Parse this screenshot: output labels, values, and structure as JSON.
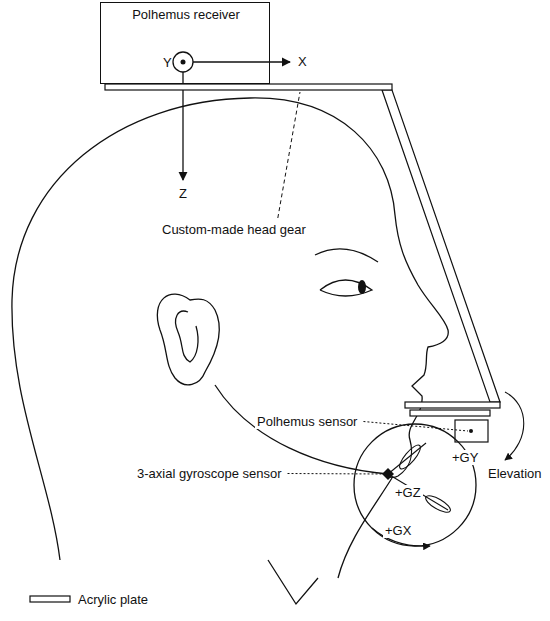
{
  "diagram": {
    "nodes": [
      {
        "text": [
          "Polhemus receiver",
          "Y"
        ]
      },
      {
        "text": [
          "+GY",
          "+GZ",
          "+GX"
        ]
      }
    ],
    "labels": [
      "X",
      "Z",
      "Custom-made head gear",
      "Polhemus sensor",
      "3-axial gyroscope sensor",
      "Elevation"
    ],
    "legend": [
      {
        "text": "Acrylic plate"
      }
    ]
  }
}
